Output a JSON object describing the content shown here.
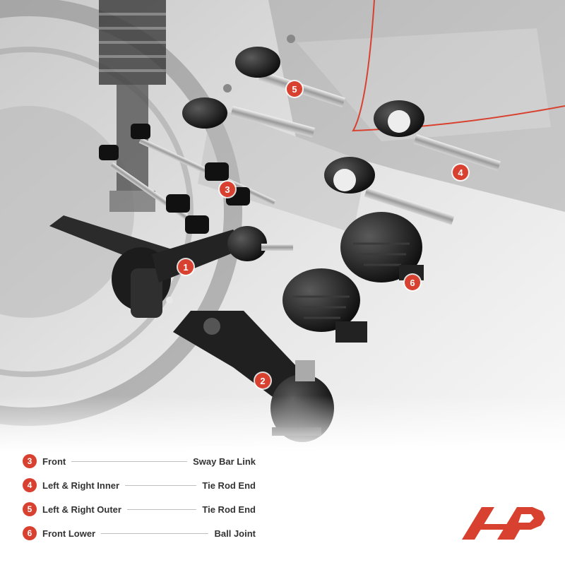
{
  "callouts": [
    {
      "num": "1"
    },
    {
      "num": "2"
    },
    {
      "num": "3"
    },
    {
      "num": "4"
    },
    {
      "num": "5"
    },
    {
      "num": "6"
    }
  ],
  "legend": [
    {
      "num": "3",
      "position": "Front",
      "part": "Sway Bar Link"
    },
    {
      "num": "4",
      "position": "Left & Right Inner",
      "part": "Tie Rod End"
    },
    {
      "num": "5",
      "position": "Left & Right Outer",
      "part": "Tie Rod End"
    },
    {
      "num": "6",
      "position": "Front Lower",
      "part": "Ball Joint"
    }
  ],
  "brand": {
    "logo_text": "AP"
  },
  "colors": {
    "accent": "#d8412f",
    "text": "#333333"
  }
}
